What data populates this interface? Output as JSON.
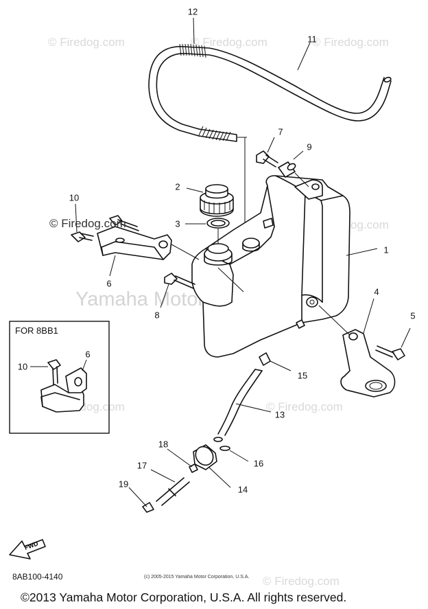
{
  "watermarks": {
    "top_left": "© Firedog.com",
    "top_center": "© Firedog.com",
    "top_right": "© Firedog.com",
    "mid_left": "© Firedog.com",
    "mid_right": "© Firedog.com",
    "center_big": "Yamaha Motor Corp, U.S.A.",
    "lower_left": "© Firedog.com",
    "lower_right": "© Firedog.com",
    "bottom_right": "© Firedog.com"
  },
  "callouts": [
    "1",
    "2",
    "3",
    "4",
    "5",
    "6",
    "7",
    "8",
    "9",
    "10",
    "11",
    "12",
    "13",
    "14",
    "15",
    "16",
    "17",
    "18",
    "19"
  ],
  "inset": {
    "title": "FOR 8BB1",
    "labels": [
      "10",
      "6"
    ]
  },
  "fwd_label": "FWD",
  "diagram_code": "8AB100-4140",
  "small_copyright": "(c) 2005-2015 Yamaha Motor Corporation, U.S.A.",
  "footer": "©2013 Yamaha Motor Corporation, U.S.A. All rights reserved."
}
